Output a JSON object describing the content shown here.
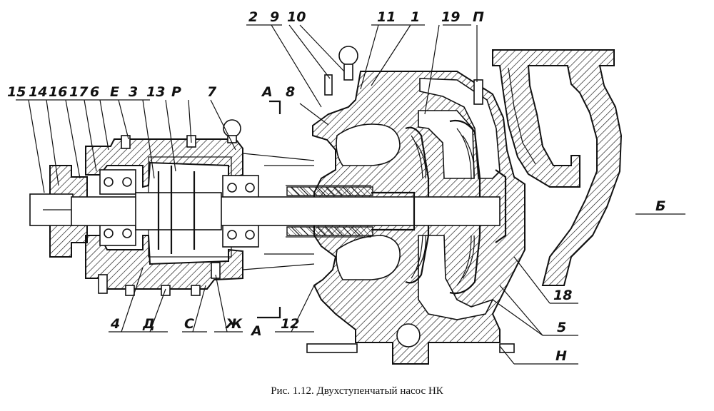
{
  "figure": {
    "caption": "Рис. 1.12. Двухступенчатый насос НК"
  },
  "labels": {
    "n15": "15",
    "n14": "14",
    "n16": "16",
    "n17": "17",
    "n6": "6",
    "E": "E",
    "n3": "3",
    "n13": "13",
    "P": "P",
    "n7": "7",
    "A_top": "A",
    "n8": "8",
    "n2": "2",
    "n9": "9",
    "n10": "10",
    "n11": "11",
    "n1": "1",
    "n19": "19",
    "Pi": "П",
    "B": "Б",
    "n18": "18",
    "n5": "5",
    "H": "Н",
    "n12": "12",
    "A_bottom": "A",
    "Zh": "Ж",
    "C": "С",
    "D": "Д",
    "n4": "4"
  }
}
